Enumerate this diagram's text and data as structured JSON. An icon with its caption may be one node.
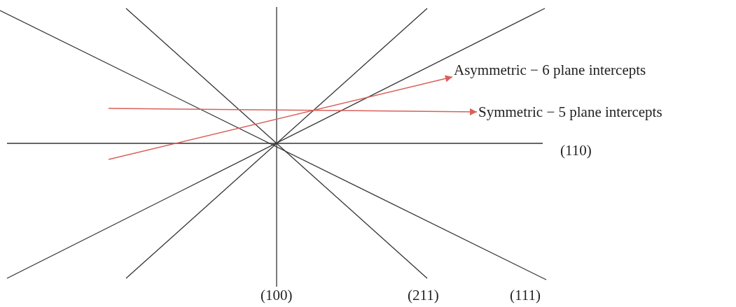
{
  "diagram": {
    "nodes": [
      {
        "text": [
          "Asymmetric − 6 plane intercepts"
        ]
      },
      {
        "text": [
          "Symmetric − 5 plane intercepts"
        ]
      }
    ],
    "edges": [
      {
        "from": null,
        "to": 0,
        "arrow": "to",
        "color": "#d9605a"
      },
      {
        "from": null,
        "to": 1,
        "arrow": "to",
        "color": "#d9605a"
      }
    ],
    "labels": [
      "(110)",
      "(100)",
      "(211)",
      "(111)"
    ]
  }
}
